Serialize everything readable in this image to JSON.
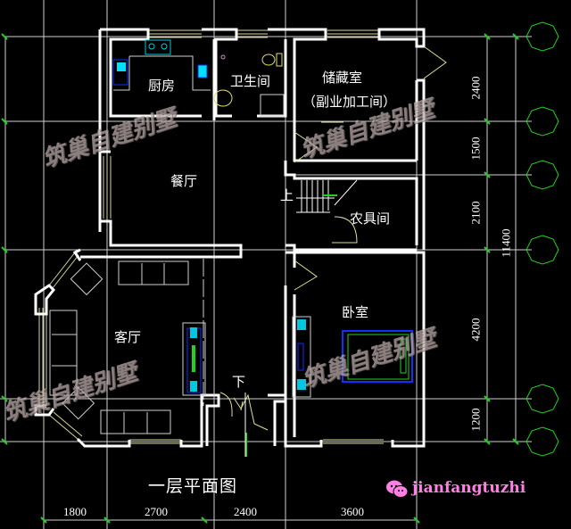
{
  "plan": {
    "title": "一层平面图",
    "rooms": {
      "kitchen": "厨房",
      "bathroom": "卫生间",
      "storage": "储藏室",
      "storage_sub": "（副业加工间）",
      "dining": "餐厅",
      "tool_room": "农具间",
      "living": "客厅",
      "bedroom": "卧室"
    },
    "stair_up": "上",
    "stair_down": "下"
  },
  "dimensions": {
    "bottom": [
      "1800",
      "2700",
      "2400",
      "3600"
    ],
    "right": [
      "2400",
      "1500",
      "2100",
      "4200",
      "1200"
    ],
    "right_total": "11400"
  },
  "watermarks": {
    "text": "筑巢自建别墅",
    "brand": "jianfangtuzhi"
  },
  "colors": {
    "background": "#000000",
    "wall": "#ffffff",
    "grid": "#d0d0d0",
    "window": "#d8d890",
    "axis_marker": "#1fd31f",
    "axis_circle": "#1fd31f",
    "fixture_cyan": "#00e0ff",
    "fixture_blue": "#1030ff",
    "brand_pink": "#ff7fe6"
  }
}
